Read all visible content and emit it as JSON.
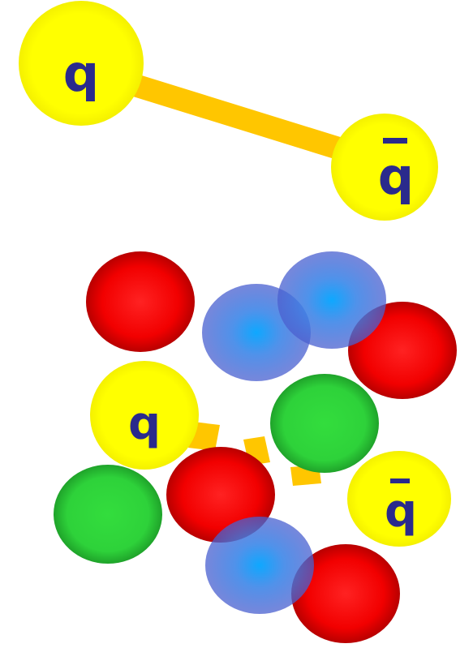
{
  "colors": {
    "quark_fill": "#ffff00",
    "string": "#ffc600",
    "label": "#2a2a8c",
    "red": "#ff0000",
    "blue": "#1e9cff",
    "green": "#2ed33a"
  },
  "top_pair": {
    "quark_label": "q",
    "antiquark_label": "q"
  },
  "bottom_pair": {
    "quark_label": "q",
    "antiquark_label": "q"
  }
}
